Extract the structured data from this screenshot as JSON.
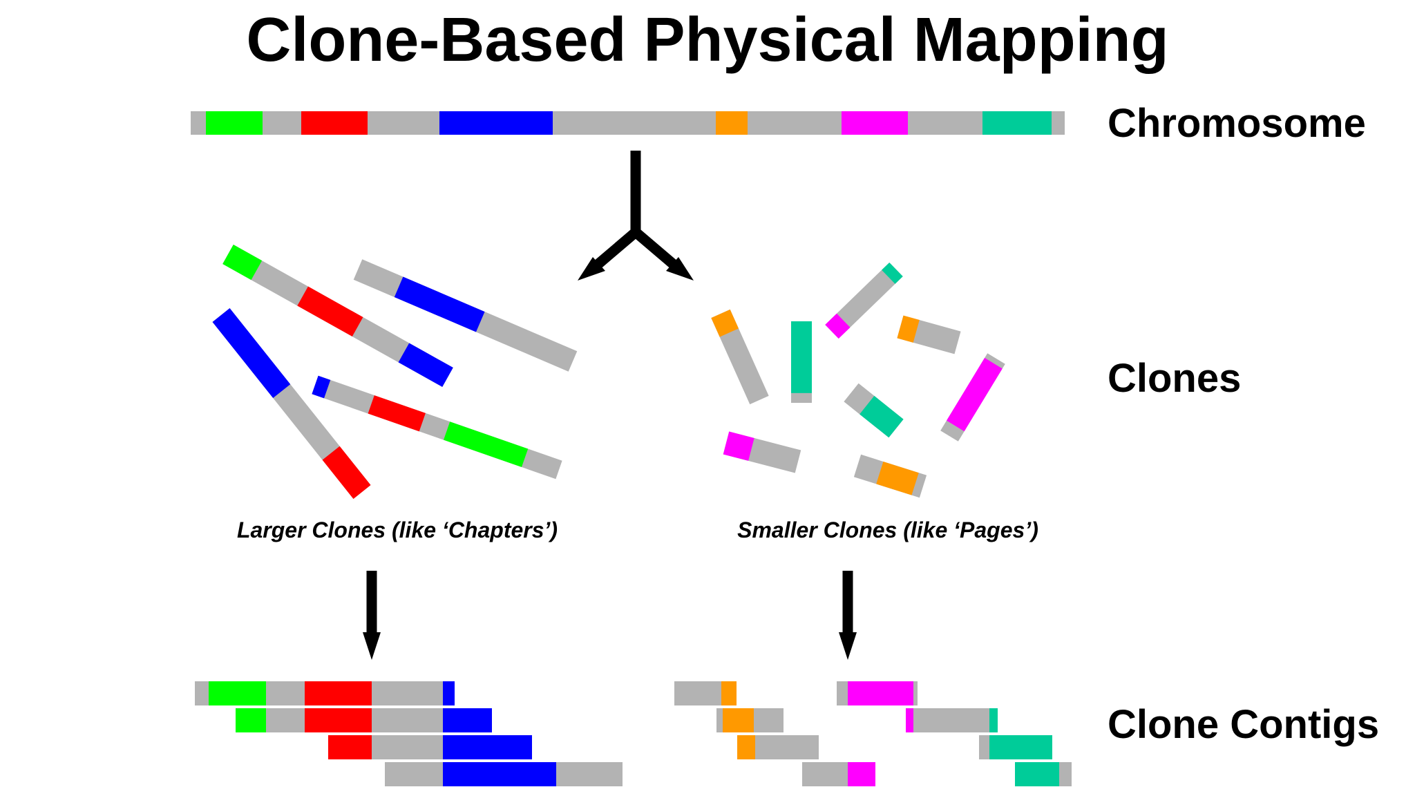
{
  "title": "Clone-Based Physical Mapping",
  "labels": {
    "chromosome": "Chromosome",
    "clones": "Clones",
    "contigs": "Clone Contigs"
  },
  "captions": {
    "larger": "Larger Clones (like ‘Chapters’)",
    "smaller": "Smaller Clones (like ‘Pages’)"
  },
  "colors": {
    "backbone": "#b3b3b3",
    "green": "#00ff00",
    "red": "#ff0000",
    "blue": "#0000ff",
    "orange": "#ff9900",
    "magenta": "#ff00ff",
    "teal": "#00cc99",
    "arrow": "#000000"
  },
  "chromosome_segments": [
    "green",
    "red",
    "blue",
    "orange",
    "magenta",
    "teal"
  ],
  "larger_clone_regions": [
    [
      "green",
      "red",
      "blue"
    ],
    [
      "blue"
    ],
    [
      "blue",
      "red"
    ],
    [
      "blue",
      "red",
      "green"
    ]
  ],
  "smaller_clone_regions": [
    [
      "orange"
    ],
    [
      "teal"
    ],
    [
      "magenta",
      "teal"
    ],
    [
      "orange"
    ],
    [
      "magenta"
    ],
    [
      "teal"
    ],
    [
      "magenta"
    ],
    [
      "orange"
    ]
  ],
  "larger_contig_rows": [
    [
      "green",
      "red",
      "blue"
    ],
    [
      "green",
      "red",
      "blue"
    ],
    [
      "red",
      "blue"
    ],
    [
      "blue"
    ]
  ],
  "smaller_contig_rows": [
    [
      "orange"
    ],
    [
      "orange"
    ],
    [
      "orange"
    ],
    [
      "magenta"
    ],
    [
      "magenta"
    ],
    [
      "magenta",
      "teal"
    ],
    [
      "teal"
    ],
    [
      "teal"
    ]
  ]
}
